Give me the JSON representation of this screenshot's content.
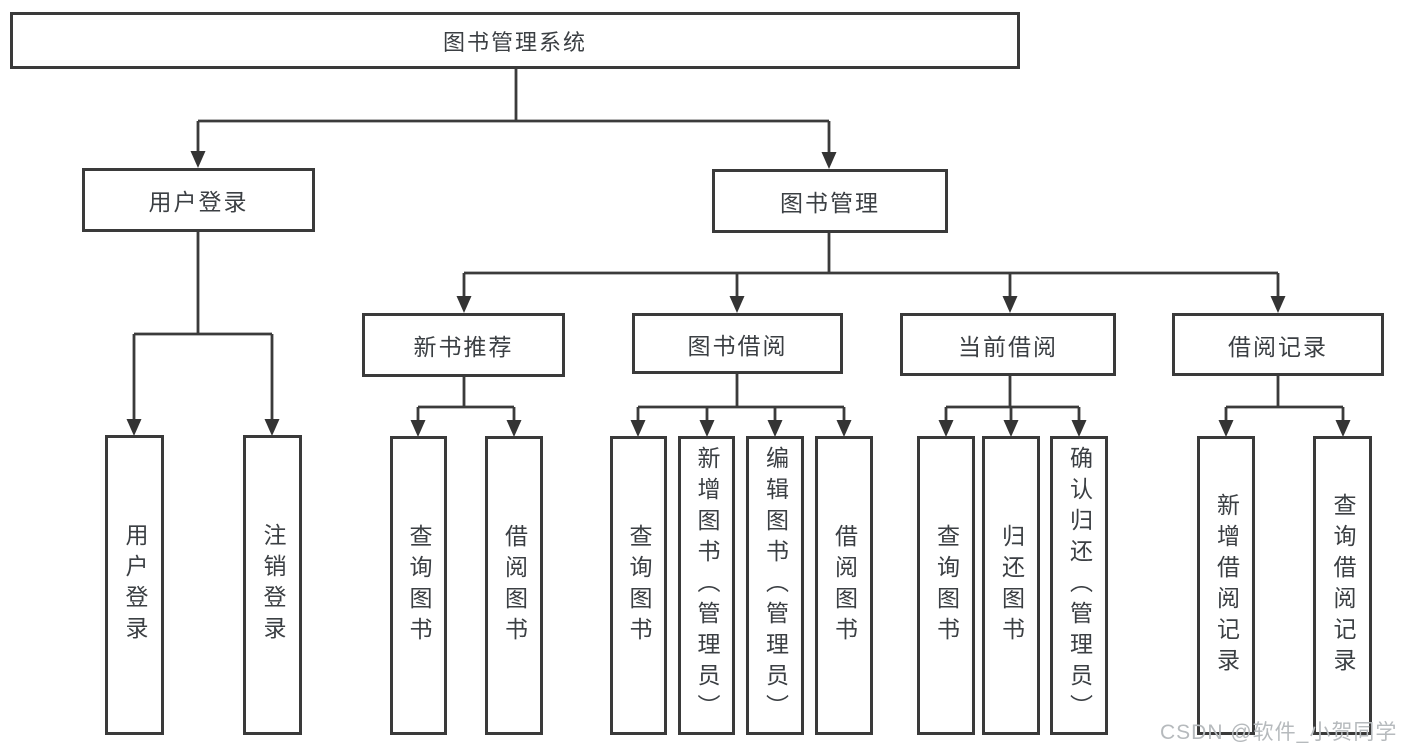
{
  "diagram": {
    "title": "图书管理系统",
    "root": {
      "label": "图书管理系统"
    },
    "level2": [
      {
        "label": "用户登录"
      },
      {
        "label": "图书管理"
      }
    ],
    "level3": [
      {
        "label": "新书推荐"
      },
      {
        "label": "图书借阅"
      },
      {
        "label": "当前借阅"
      },
      {
        "label": "借阅记录"
      }
    ],
    "leaves": {
      "user_login": [
        "用户登录",
        "注销登录"
      ],
      "new_book": [
        "查询图书",
        "借阅图书"
      ],
      "borrow": [
        "查询图书",
        "新增图书（管理员）",
        "编辑图书（管理员）",
        "借阅图书"
      ],
      "current": [
        "查询图书",
        "归还图书",
        "确认归还（管理员）"
      ],
      "records": [
        "新增借阅记录",
        "查询借阅记录"
      ]
    }
  },
  "watermark": "CSDN @软件_小贺同学",
  "colors": {
    "line": "#3b3b3b",
    "box_border": "#3a3a3a",
    "text": "#3b3f43",
    "watermark": "#b6babd",
    "background": "#ffffff"
  }
}
